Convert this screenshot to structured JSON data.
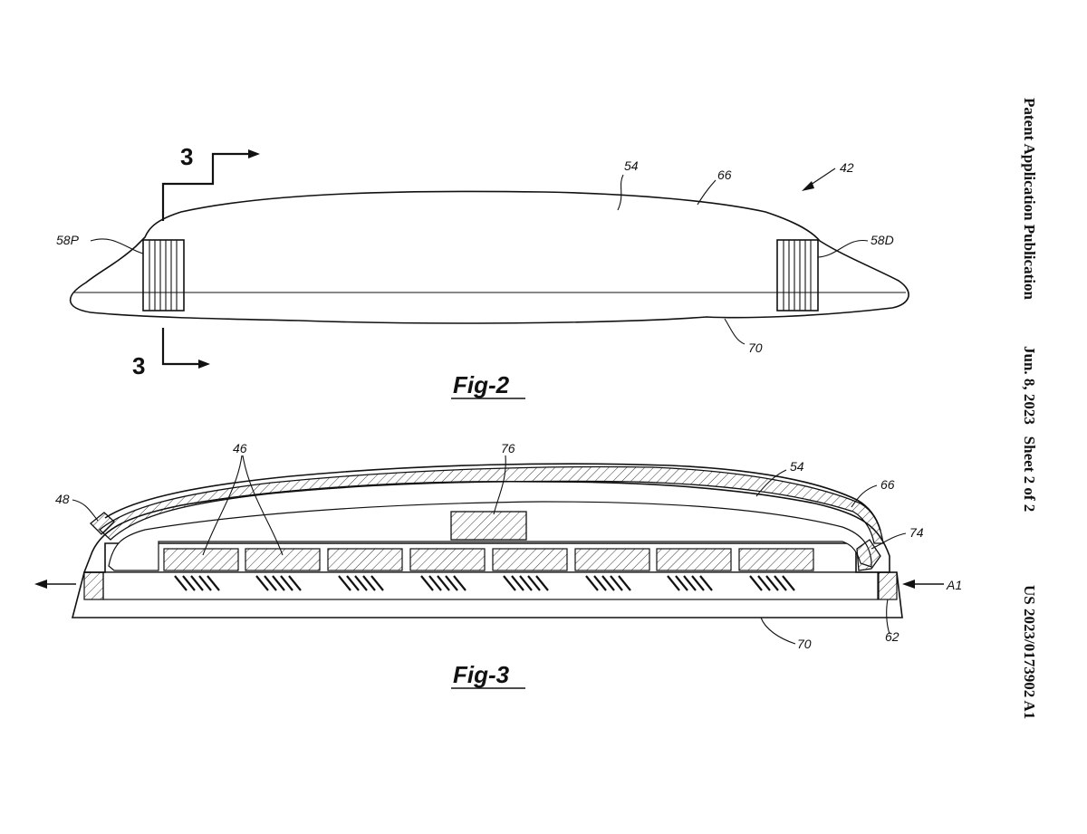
{
  "header": {
    "left": "Patent Application Publication",
    "middle": "Jun. 8, 2023   Sheet 2 of 2",
    "right": "US 2023/0173902 A1"
  },
  "fig2": {
    "label": "Fig-2",
    "section_top": "3",
    "section_bottom": "3",
    "refs": {
      "r54": "54",
      "r66": "66",
      "r42": "42",
      "r58p": "58P",
      "r58d": "58D",
      "r70": "70"
    }
  },
  "fig3": {
    "label": "Fig-3",
    "refs": {
      "r46": "46",
      "r76": "76",
      "r54": "54",
      "r66": "66",
      "r48": "48",
      "r74": "74",
      "rA1": "A1",
      "r70": "70",
      "r62": "62"
    }
  }
}
